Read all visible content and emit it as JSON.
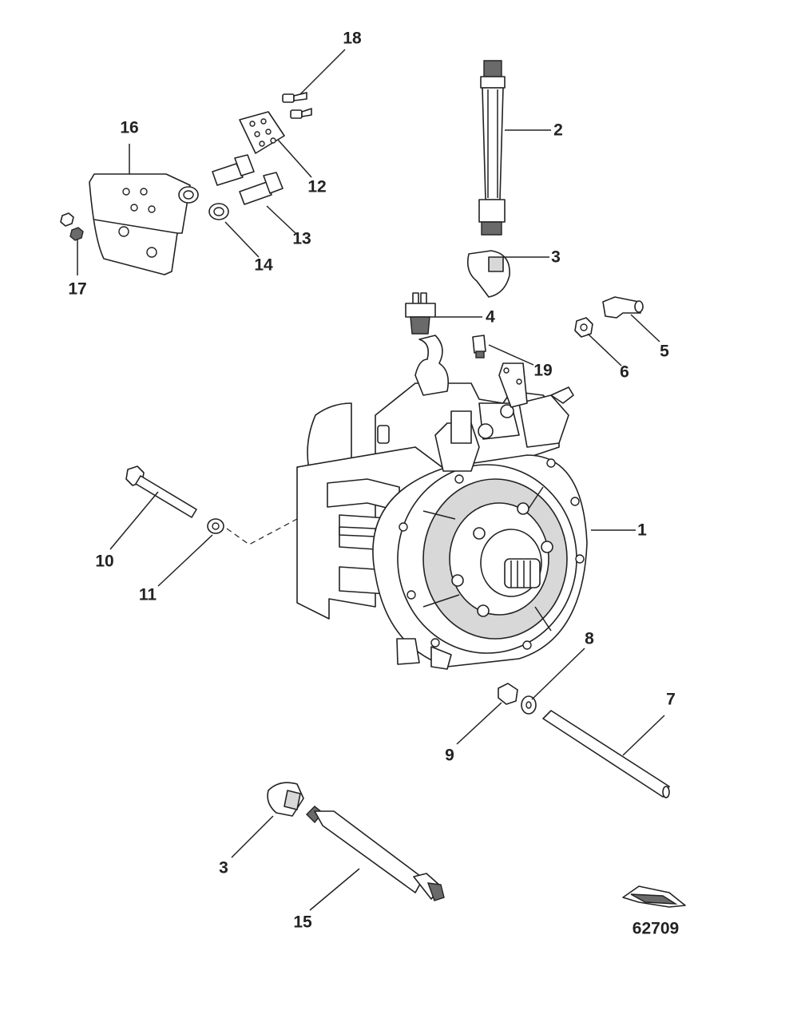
{
  "figure_number": "62709",
  "callouts": [
    {
      "id": "1",
      "text": "1"
    },
    {
      "id": "2",
      "text": "2"
    },
    {
      "id": "3a",
      "text": "3"
    },
    {
      "id": "3b",
      "text": "3"
    },
    {
      "id": "4",
      "text": "4"
    },
    {
      "id": "5",
      "text": "5"
    },
    {
      "id": "6",
      "text": "6"
    },
    {
      "id": "7",
      "text": "7"
    },
    {
      "id": "8",
      "text": "8"
    },
    {
      "id": "9",
      "text": "9"
    },
    {
      "id": "10",
      "text": "10"
    },
    {
      "id": "11",
      "text": "11"
    },
    {
      "id": "12",
      "text": "12"
    },
    {
      "id": "13",
      "text": "13"
    },
    {
      "id": "14",
      "text": "14"
    },
    {
      "id": "15",
      "text": "15"
    },
    {
      "id": "16",
      "text": "16"
    },
    {
      "id": "17",
      "text": "17"
    },
    {
      "id": "18",
      "text": "18"
    },
    {
      "id": "19",
      "text": "19"
    }
  ],
  "colors": {
    "line": "#222222",
    "fill": "#ffffff",
    "shade": "#d8d8d8"
  }
}
